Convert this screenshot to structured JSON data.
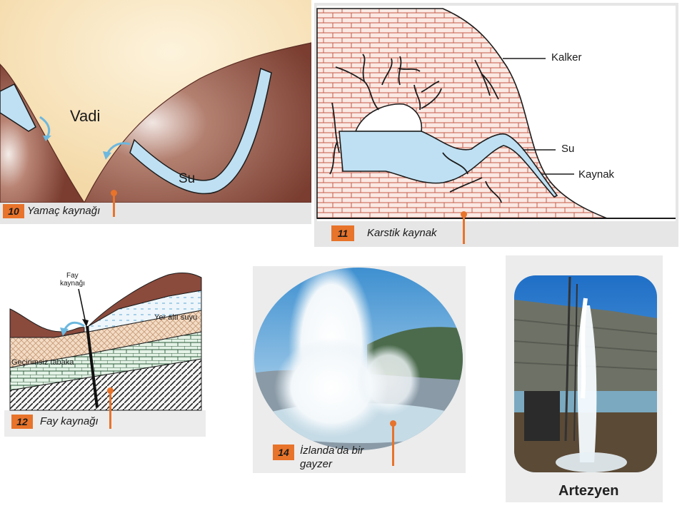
{
  "colors": {
    "accent": "#e8732a",
    "water": "#bfe0f2",
    "rock": "#8a4a3c",
    "sky": "#fbe8c4",
    "brick": "#c65a48"
  },
  "panel10": {
    "number": "10",
    "caption": "Yamaç kaynağı",
    "label_valley": "Vadi",
    "label_water": "Su"
  },
  "panel11": {
    "number": "11",
    "caption": "Karstik kaynak",
    "label_limestone": "Kalker",
    "label_water": "Su",
    "label_spring": "Kaynak"
  },
  "panel12": {
    "number": "12",
    "caption": "Fay kaynağı",
    "label_fault_line1": "Fay",
    "label_fault_line2": "kaynağı",
    "label_groundwater": "Yer altı suyu",
    "label_impermeable": "Geçirimsiz tabaka"
  },
  "panel14": {
    "number": "14",
    "caption_line1": "İzlanda’da bir",
    "caption_line2": "gayzer"
  },
  "artesian": {
    "caption": "Artezyen"
  }
}
